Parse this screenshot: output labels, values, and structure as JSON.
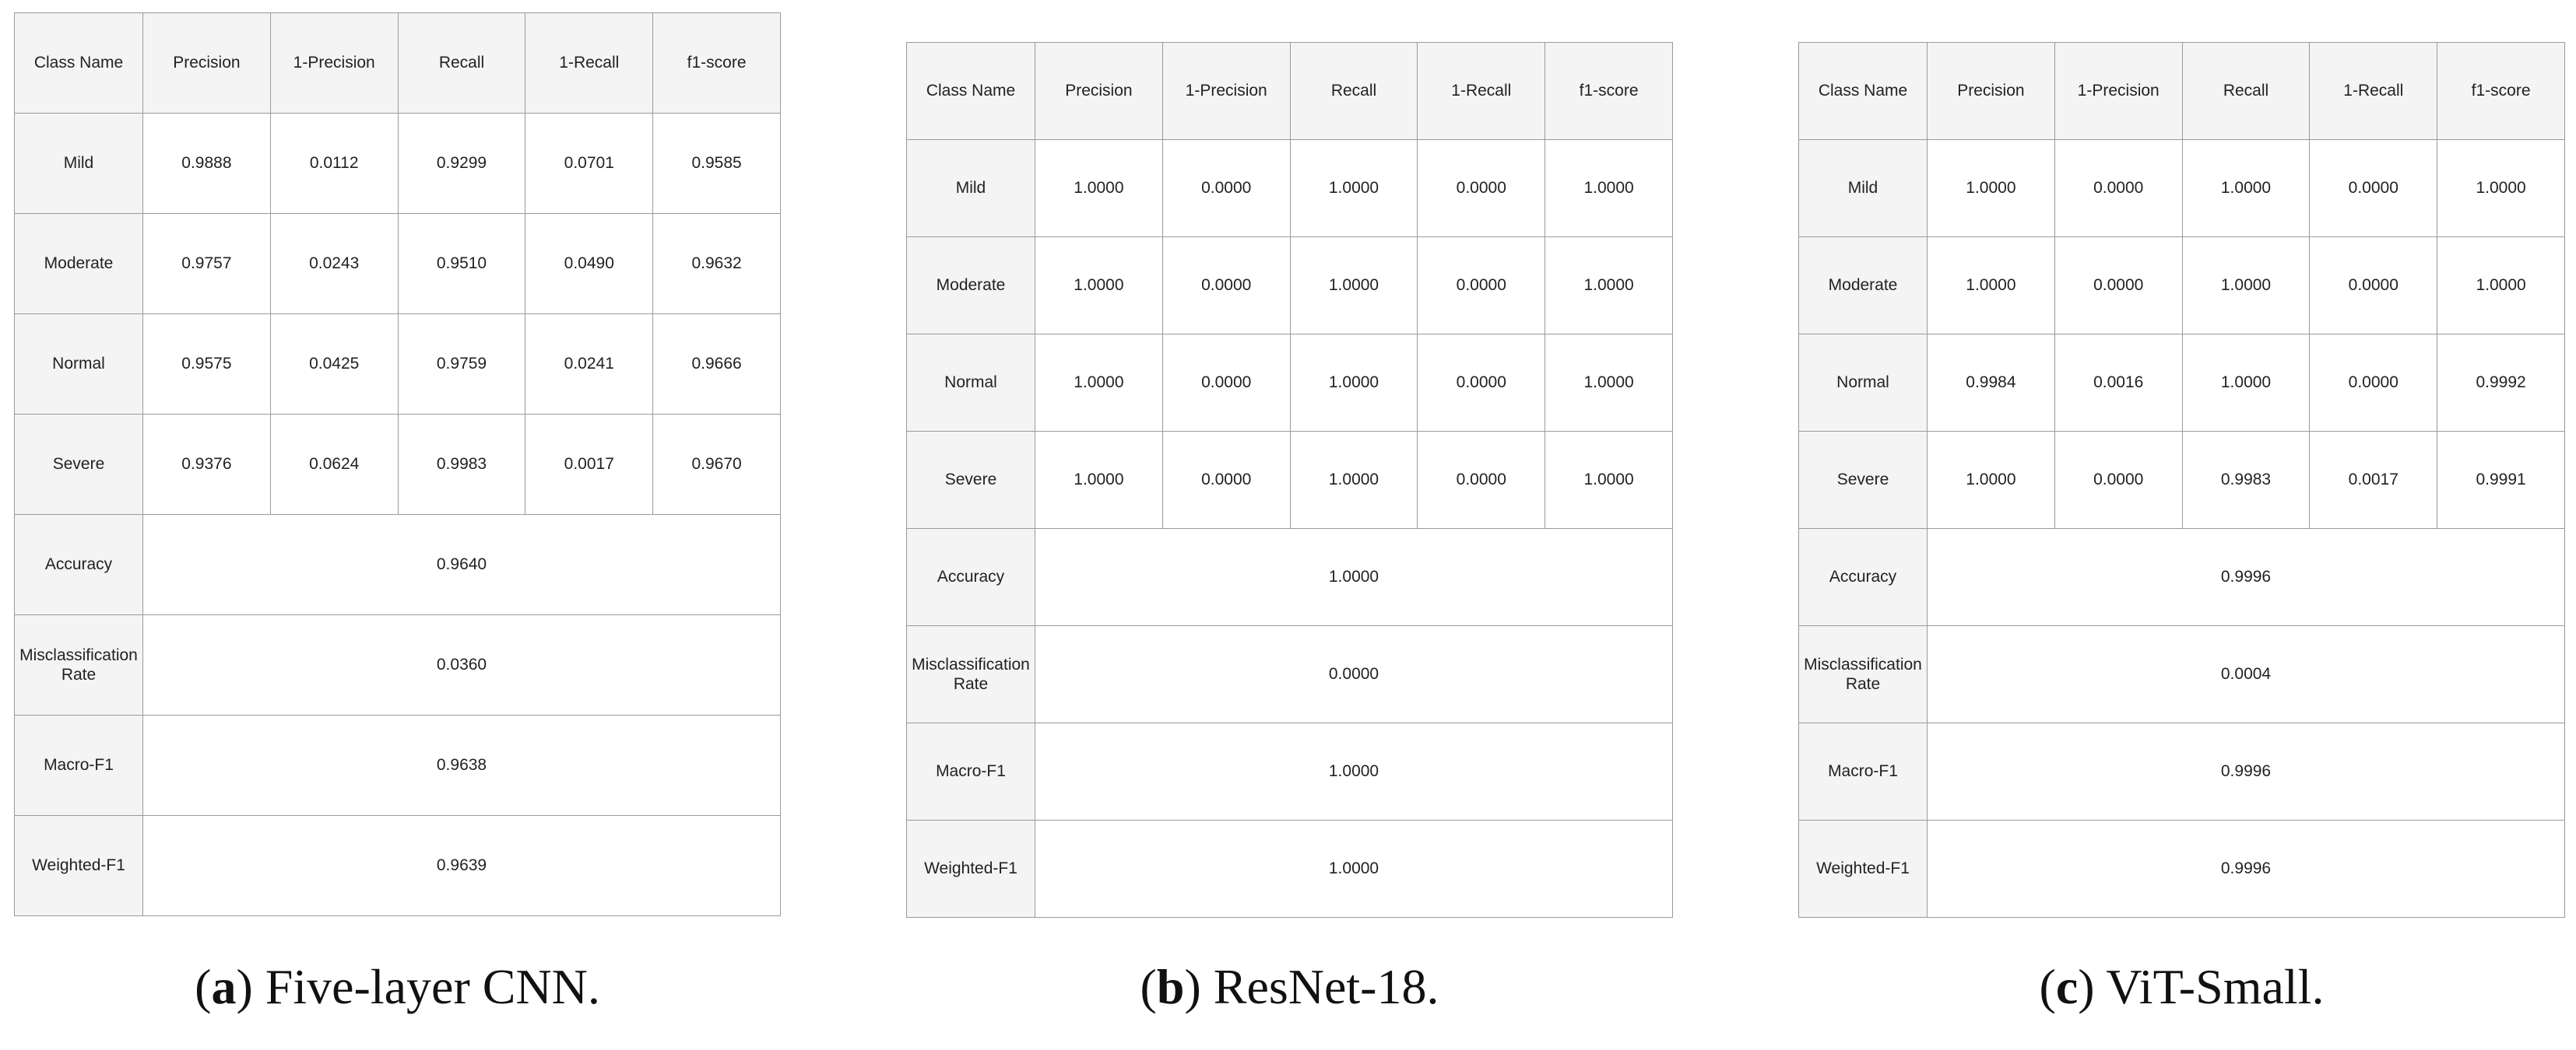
{
  "chart_data": [
    {
      "type": "table",
      "caption_letter": "a",
      "caption_text": "Five-layer CNN.",
      "columns": [
        "Class Name",
        "Precision",
        "1-Precision",
        "Recall",
        "1-Recall",
        "f1-score"
      ],
      "rows": [
        {
          "name": "Mild",
          "values": [
            "0.9888",
            "0.0112",
            "0.9299",
            "0.0701",
            "0.9585"
          ]
        },
        {
          "name": "Moderate",
          "values": [
            "0.9757",
            "0.0243",
            "0.9510",
            "0.0490",
            "0.9632"
          ]
        },
        {
          "name": "Normal",
          "values": [
            "0.9575",
            "0.0425",
            "0.9759",
            "0.0241",
            "0.9666"
          ]
        },
        {
          "name": "Severe",
          "values": [
            "0.9376",
            "0.0624",
            "0.9983",
            "0.0017",
            "0.9670"
          ]
        }
      ],
      "summary": [
        {
          "name": "Accuracy",
          "value": "0.9640"
        },
        {
          "name": "Misclassification Rate",
          "value": "0.0360"
        },
        {
          "name": "Macro-F1",
          "value": "0.9638"
        },
        {
          "name": "Weighted-F1",
          "value": "0.9639"
        }
      ]
    },
    {
      "type": "table",
      "caption_letter": "b",
      "caption_text": "ResNet-18.",
      "columns": [
        "Class Name",
        "Precision",
        "1-Precision",
        "Recall",
        "1-Recall",
        "f1-score"
      ],
      "rows": [
        {
          "name": "Mild",
          "values": [
            "1.0000",
            "0.0000",
            "1.0000",
            "0.0000",
            "1.0000"
          ]
        },
        {
          "name": "Moderate",
          "values": [
            "1.0000",
            "0.0000",
            "1.0000",
            "0.0000",
            "1.0000"
          ]
        },
        {
          "name": "Normal",
          "values": [
            "1.0000",
            "0.0000",
            "1.0000",
            "0.0000",
            "1.0000"
          ]
        },
        {
          "name": "Severe",
          "values": [
            "1.0000",
            "0.0000",
            "1.0000",
            "0.0000",
            "1.0000"
          ]
        }
      ],
      "summary": [
        {
          "name": "Accuracy",
          "value": "1.0000"
        },
        {
          "name": "Misclassification Rate",
          "value": "0.0000"
        },
        {
          "name": "Macro-F1",
          "value": "1.0000"
        },
        {
          "name": "Weighted-F1",
          "value": "1.0000"
        }
      ]
    },
    {
      "type": "table",
      "caption_letter": "c",
      "caption_text": "ViT-Small.",
      "columns": [
        "Class Name",
        "Precision",
        "1-Precision",
        "Recall",
        "1-Recall",
        "f1-score"
      ],
      "rows": [
        {
          "name": "Mild",
          "values": [
            "1.0000",
            "0.0000",
            "1.0000",
            "0.0000",
            "1.0000"
          ]
        },
        {
          "name": "Moderate",
          "values": [
            "1.0000",
            "0.0000",
            "1.0000",
            "0.0000",
            "1.0000"
          ]
        },
        {
          "name": "Normal",
          "values": [
            "0.9984",
            "0.0016",
            "1.0000",
            "0.0000",
            "0.9992"
          ]
        },
        {
          "name": "Severe",
          "values": [
            "1.0000",
            "0.0000",
            "0.9983",
            "0.0017",
            "0.9991"
          ]
        }
      ],
      "summary": [
        {
          "name": "Accuracy",
          "value": "0.9996"
        },
        {
          "name": "Misclassification Rate",
          "value": "0.0004"
        },
        {
          "name": "Macro-F1",
          "value": "0.9996"
        },
        {
          "name": "Weighted-F1",
          "value": "0.9996"
        }
      ]
    }
  ]
}
